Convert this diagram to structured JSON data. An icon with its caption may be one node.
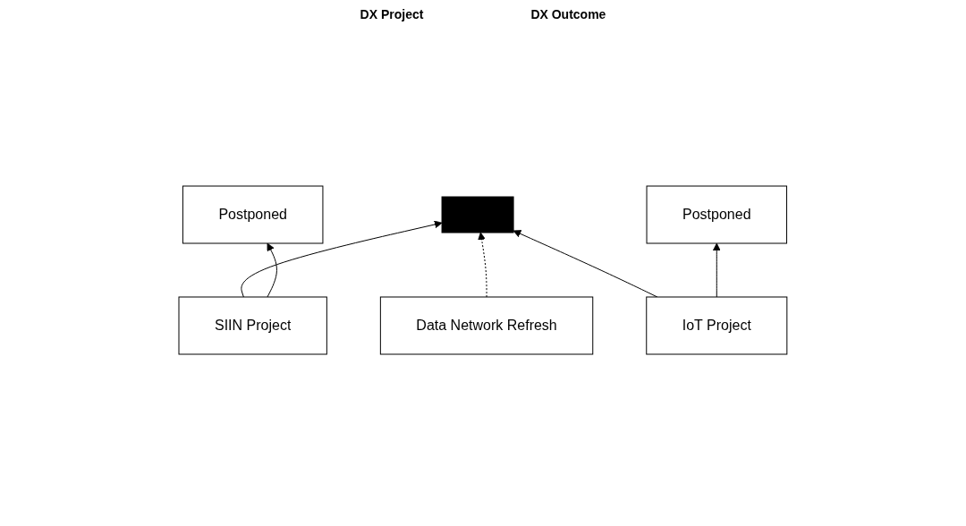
{
  "diagram": {
    "nodes": [
      {
        "text": [],
        "shape": "bar"
      },
      {
        "text": [
          "SIIN Project"
        ]
      },
      {
        "text": [
          "Postponed"
        ]
      },
      {
        "text": [
          "IoT Project"
        ]
      },
      {
        "text": [
          "Postponed"
        ]
      },
      {
        "text": [
          "Data Network Refresh"
        ]
      }
    ],
    "edges": [
      {
        "from": 1,
        "to": 0,
        "arrow": "to"
      },
      {
        "from": 3,
        "to": 0,
        "arrow": "to"
      },
      {
        "from": 1,
        "to": 2,
        "arrow": "to"
      },
      {
        "from": 3,
        "to": 4,
        "arrow": "to"
      },
      {
        "from": 5,
        "to": 0,
        "arrow": "to",
        "style": "dashed"
      }
    ],
    "labels": [
      "DX Project",
      "DX Outcome"
    ]
  }
}
